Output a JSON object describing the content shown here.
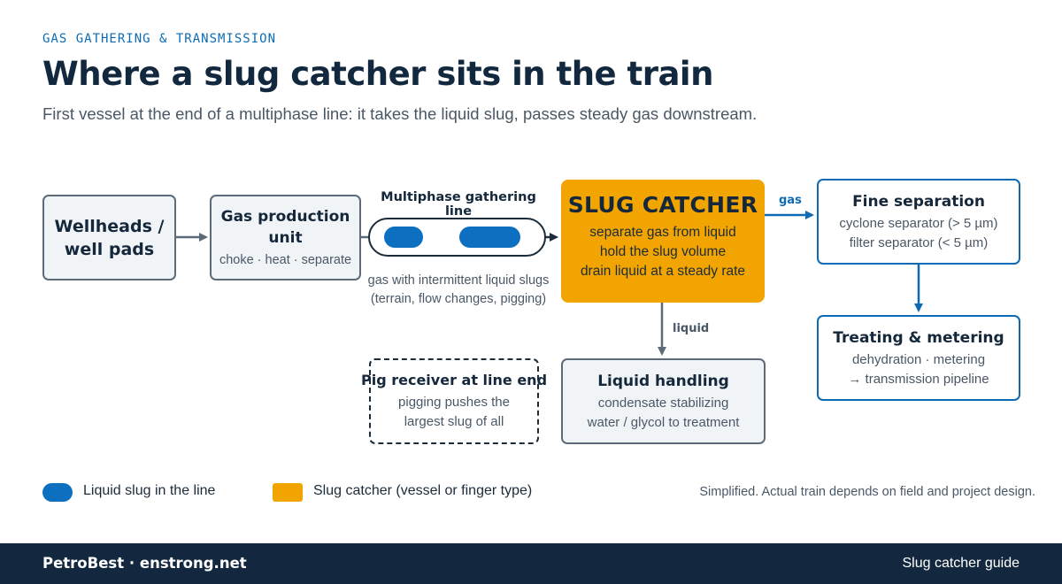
{
  "header": {
    "kicker": "GAS GATHERING & TRANSMISSION",
    "title": "Where a slug catcher sits in the train",
    "subtitle": "First vessel at the end of a multiphase line: it takes the liquid slug, passes steady gas downstream."
  },
  "nodes": {
    "wellheads": {
      "title_line1": "Wellheads /",
      "title_line2": "well pads"
    },
    "gas_production_unit": {
      "title_line1": "Gas production",
      "title_line2": "unit",
      "sub": "choke · heat · separate"
    },
    "gathering_line": {
      "title": "Multiphase gathering line",
      "desc_line1": "gas with intermittent liquid slugs",
      "desc_line2": "(terrain, flow changes, pigging)"
    },
    "slug_catcher": {
      "title": "SLUG CATCHER",
      "lines": [
        "separate gas from liquid",
        "hold the slug volume",
        "drain liquid at a steady rate"
      ]
    },
    "fine_separation": {
      "title": "Fine separation",
      "line1": "cyclone separator (> 5 µm)",
      "line2": "filter separator (< 5 µm)"
    },
    "treating_metering": {
      "title": "Treating & metering",
      "line1": "dehydration · metering",
      "line2": "→ transmission pipeline"
    },
    "liquid_handling": {
      "title": "Liquid handling",
      "line1": "condensate stabilizing",
      "line2": "water / glycol to treatment"
    },
    "pig_receiver": {
      "title": "Pig receiver at line end",
      "line1": "pigging pushes the",
      "line2": "largest slug of all"
    }
  },
  "flow_labels": {
    "gas": "gas",
    "liquid": "liquid"
  },
  "legend": {
    "slug": "Liquid slug in the line",
    "slug_catcher": "Slug catcher (vessel or finger type)"
  },
  "note": "Simplified. Actual train depends on field and project design.",
  "footer": {
    "brand": "PetroBest · enstrong.net",
    "guide": "Slug catcher guide"
  },
  "colors": {
    "accent_blue": "#0e6bb3",
    "slug_blue": "#0d6fbf",
    "slug_catcher_orange": "#f2a500",
    "navy": "#13283f",
    "box_fill": "#f1f4f7",
    "box_border": "#5d6b78"
  }
}
